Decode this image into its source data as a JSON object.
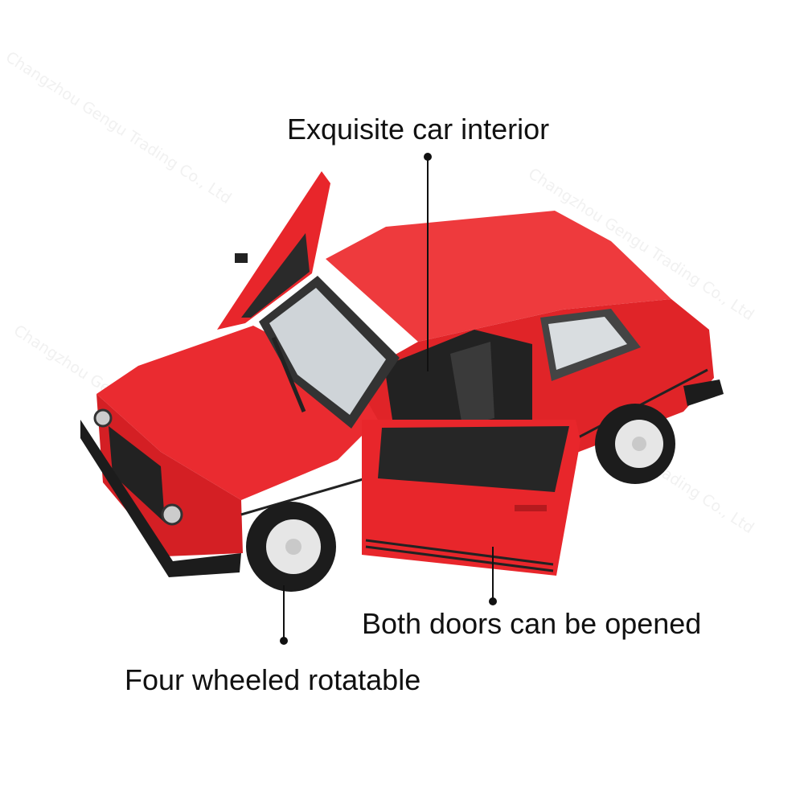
{
  "watermark": "Changzhou Gengu Trading Co., Ltd",
  "callouts": {
    "interior": "Exquisite car interior",
    "doors": "Both doors can be opened",
    "wheels": "Four wheeled rotatable"
  },
  "colors": {
    "car_red": "#e8262b",
    "car_red_light": "#f0474a",
    "trim": "#1c1c1c",
    "callout": "#111111"
  }
}
